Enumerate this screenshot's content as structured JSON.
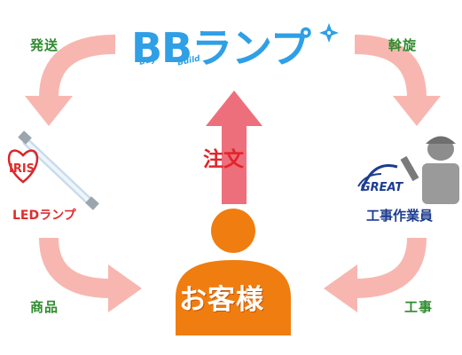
{
  "header": {
    "logo_text": "BBランプ",
    "logo_sub_1": "Buy",
    "logo_sub_2": "Build"
  },
  "flows": {
    "top_left": "発送",
    "top_right": "斡旋",
    "bottom_left": "商品",
    "bottom_right": "工事",
    "center": "注文"
  },
  "nodes": {
    "left_brand": "IRIS",
    "left_label": "LEDランプ",
    "right_brand": "GREAT",
    "right_label": "工事作業員",
    "center_label": "お客様"
  },
  "colors": {
    "arrow": "#f7b7b0",
    "center_arrow": "#ee6f7c",
    "person": "#f07d0f",
    "logo": "#2f9fe6",
    "label_green": "#2e8b2e",
    "label_navy": "#1d3c8f"
  }
}
